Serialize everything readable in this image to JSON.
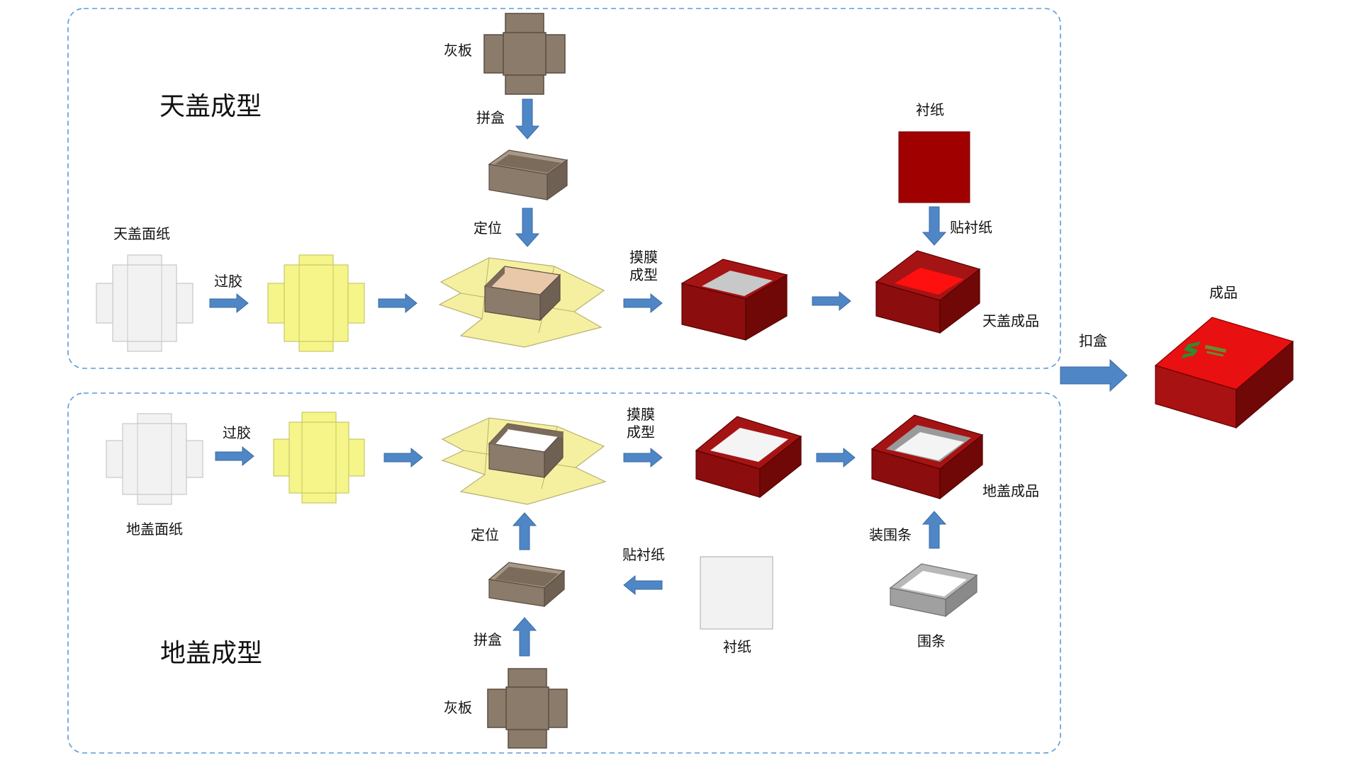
{
  "colors": {
    "dash_border": "#5b9bd5",
    "arrow": "#4f86c6",
    "grayboard": "#8b7b6b",
    "paper_white": "#f2f2f2",
    "glue_yellow": "#f5f58a",
    "box_red": "#8b0d0d",
    "liner_red": "#a00000",
    "bright_red": "#ff1010",
    "rim_gray": "#a8a8a8"
  },
  "top": {
    "title": "天盖成型",
    "grayboard": "灰板",
    "assemble": "拼盒",
    "position": "定位",
    "face_paper": "天盖面纸",
    "glue": "过胶",
    "wrap_line1": "摸膜",
    "wrap_line2": "成型",
    "liner": "衬纸",
    "apply_liner": "贴衬纸",
    "finished": "天盖成品"
  },
  "bottom": {
    "title": "地盖成型",
    "grayboard": "灰板",
    "assemble": "拼盒",
    "position": "定位",
    "face_paper": "地盖面纸",
    "glue": "过胶",
    "wrap_line1": "摸膜",
    "wrap_line2": "成型",
    "liner": "衬纸",
    "apply_liner": "贴衬纸",
    "rim": "围条",
    "install_rim": "装围条",
    "finished": "地盖成品"
  },
  "final": {
    "snap": "扣盒",
    "product": "成品"
  }
}
